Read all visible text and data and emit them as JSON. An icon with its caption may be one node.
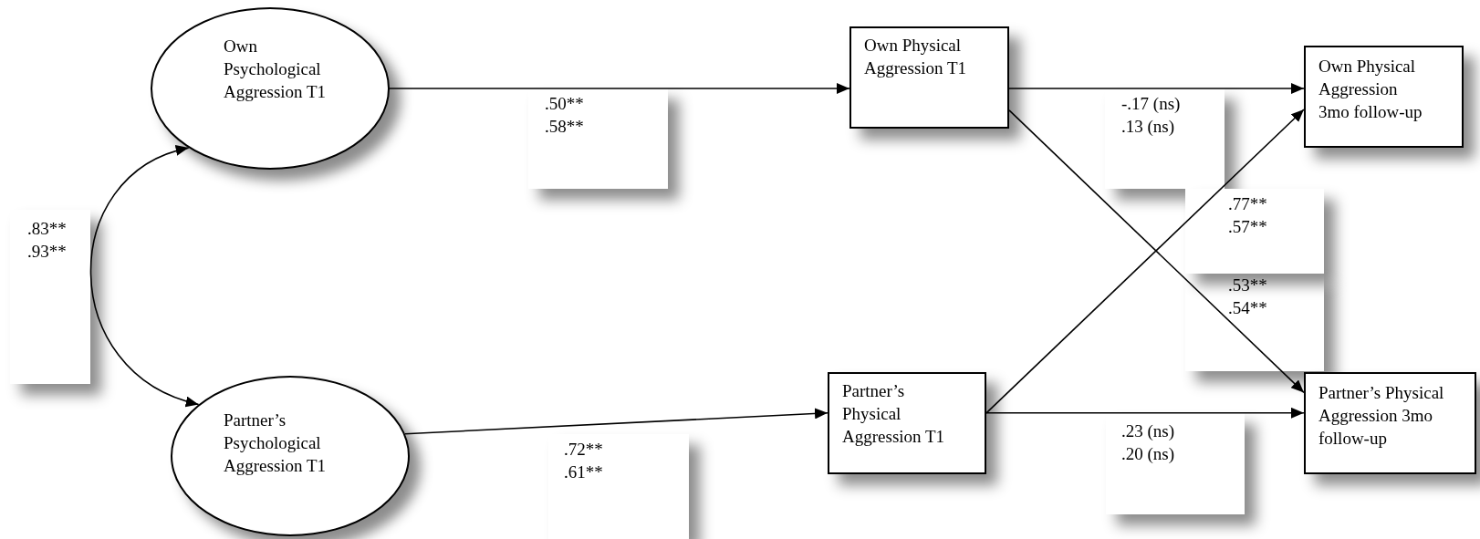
{
  "diagram": {
    "nodes": [
      {
        "text": [
          "Own Psychological Aggression T1"
        ]
      },
      {
        "text": [
          "Partner’s Psychological Aggression T1"
        ]
      },
      {
        "text": [
          "Own Physical Aggression T1"
        ]
      },
      {
        "text": [
          "Partner’s Physical Aggression T1"
        ]
      },
      {
        "text": [
          "Own Physical Aggression 3mo follow-up"
        ]
      },
      {
        "text": [
          "Partner’s Physical Aggression 3mo follow-up"
        ]
      }
    ],
    "edges": [
      {
        "from": 0,
        "to": 1,
        "arrow": "both",
        "label": ".83** .93**"
      },
      {
        "from": 0,
        "to": 2,
        "arrow": "to",
        "label": ".50** .58**"
      },
      {
        "from": 1,
        "to": 3,
        "arrow": "to",
        "label": ".72** .61**"
      },
      {
        "from": 2,
        "to": 4,
        "arrow": "to",
        "label": "-.17 (ns) .13 (ns)"
      },
      {
        "from": 2,
        "to": 5,
        "arrow": "to",
        "label": ".53** .54**"
      },
      {
        "from": 3,
        "to": 4,
        "arrow": "to",
        "label": ".77** .57**"
      },
      {
        "from": 3,
        "to": 5,
        "arrow": "to",
        "label": ".23 (ns) .20 (ns)"
      }
    ]
  }
}
